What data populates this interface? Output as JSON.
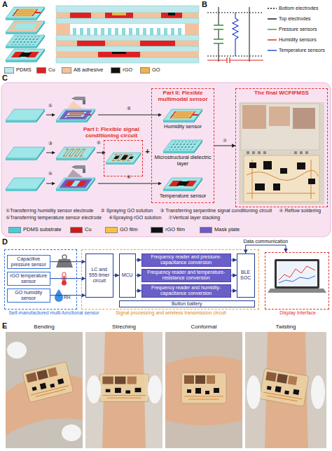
{
  "diagram": {
    "nodes": [
      {
        "text": [
          "Part II: Flexible multimodal sensor"
        ]
      },
      {
        "text": [
          "The final WCFIFMSS"
        ]
      },
      {
        "text": [
          "Part I: Flexible signal conditioning circuit"
        ]
      },
      {
        "text": [
          "Self-manufactured multi-functional sensor"
        ]
      },
      {
        "text": [
          "Capacitive pressure sensor"
        ],
        "in": 3
      },
      {
        "text": [
          "rGO temperature sensor"
        ],
        "in": 3
      },
      {
        "text": [
          "GO humidity sensor"
        ],
        "in": 3
      },
      {
        "text": [
          "Signal processing and wireless transmission circuit"
        ]
      },
      {
        "text": [
          "LC and 555 timer circuit"
        ],
        "in": 7
      },
      {
        "text": [
          "MCU"
        ],
        "in": 7
      },
      {
        "text": [
          "Frequency reader and pressure-capacitance conversion"
        ],
        "in": 7
      },
      {
        "text": [
          "Frequency reader and temperature-resistance conversion"
        ],
        "in": 7
      },
      {
        "text": [
          "Frequency reader and humidity-capacitance conversion"
        ],
        "in": 7
      },
      {
        "text": [
          "BLE SOC"
        ],
        "in": 7
      },
      {
        "text": [
          "Button battery"
        ],
        "in": 7
      },
      {
        "text": [
          "Display interface"
        ]
      }
    ],
    "edges": [
      {
        "from": 0,
        "to": 1,
        "label": "⑦",
        "arrow": "to"
      },
      {
        "from": 4,
        "to": 8,
        "arrow": "to"
      },
      {
        "from": 5,
        "to": 8,
        "arrow": "to"
      },
      {
        "from": 6,
        "to": 8,
        "arrow": "to"
      },
      {
        "from": 8,
        "to": 9,
        "arrow": "to"
      },
      {
        "from": 9,
        "to": 10,
        "arrow": "to"
      },
      {
        "from": 9,
        "to": 11,
        "arrow": "to"
      },
      {
        "from": 9,
        "to": 12,
        "arrow": "to"
      },
      {
        "from": 10,
        "to": 13,
        "arrow": "to"
      },
      {
        "from": 11,
        "to": 13,
        "arrow": "to"
      },
      {
        "from": 12,
        "to": 13,
        "arrow": "to"
      },
      {
        "from": 13,
        "to": 15,
        "label": "Data communication",
        "arrow": "both"
      }
    ],
    "labels": [
      "A",
      "B",
      "C",
      "①",
      "②",
      "Humidity sensor",
      "③",
      "④",
      "+",
      "Microstructural dielectric layer",
      "⑤",
      "⑥",
      "Temperature sensor",
      "①Transferring humidity sensor electrode",
      "② Spraying GO solution",
      "③ Transferring serpentine signal conditioning circuit",
      "④ Reflow soldering",
      "⑤Transferring temperature sensor electrode",
      "⑥Spraying rGO solution",
      "⑦Vertical layer stacking",
      "D",
      "RH",
      "E",
      "Bending",
      "Streching",
      "Conformal",
      "Twisting"
    ],
    "legend": [
      {
        "text": "PDMS",
        "color": "#bfe8ea"
      },
      {
        "text": "Cu",
        "color": "#e02020"
      },
      {
        "text": "AB adhesive",
        "color": "#f2c29e"
      },
      {
        "text": "rGO",
        "color": "#111111"
      },
      {
        "text": "GO",
        "color": "#f0b24a"
      },
      {
        "text": "Bottom electrodes"
      },
      {
        "text": "Top electrodes"
      },
      {
        "text": "Pressure sensors"
      },
      {
        "text": "Humidity sensors"
      },
      {
        "text": "Temperature sensors"
      },
      {
        "text": "PDMS substrate",
        "color": "#43cfd6"
      },
      {
        "text": "Cu",
        "color": "#d01818"
      },
      {
        "text": "GO film",
        "color": "#f5c342"
      },
      {
        "text": "rGO film",
        "color": "#111111"
      },
      {
        "text": "Mask plate",
        "color": "#6f58c9"
      }
    ]
  }
}
